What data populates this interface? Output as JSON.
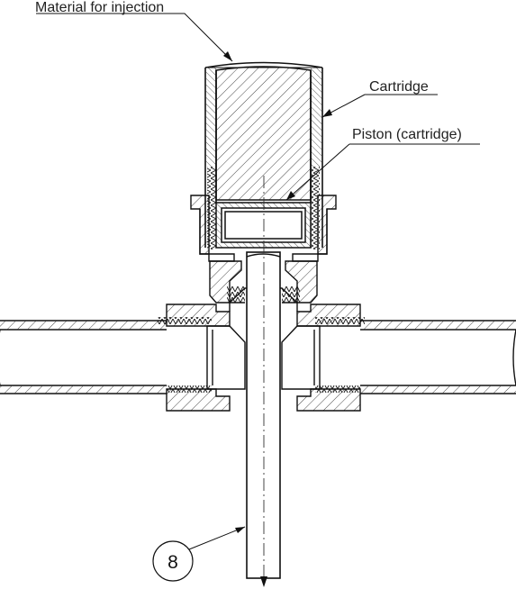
{
  "labels": {
    "material": "Material for injection",
    "cartridge": "Cartridge",
    "piston": "Piston (cartridge)"
  },
  "balloon": {
    "number": "8"
  },
  "colors": {
    "line": "#111111",
    "hatch": "#333333",
    "background": "#ffffff"
  }
}
